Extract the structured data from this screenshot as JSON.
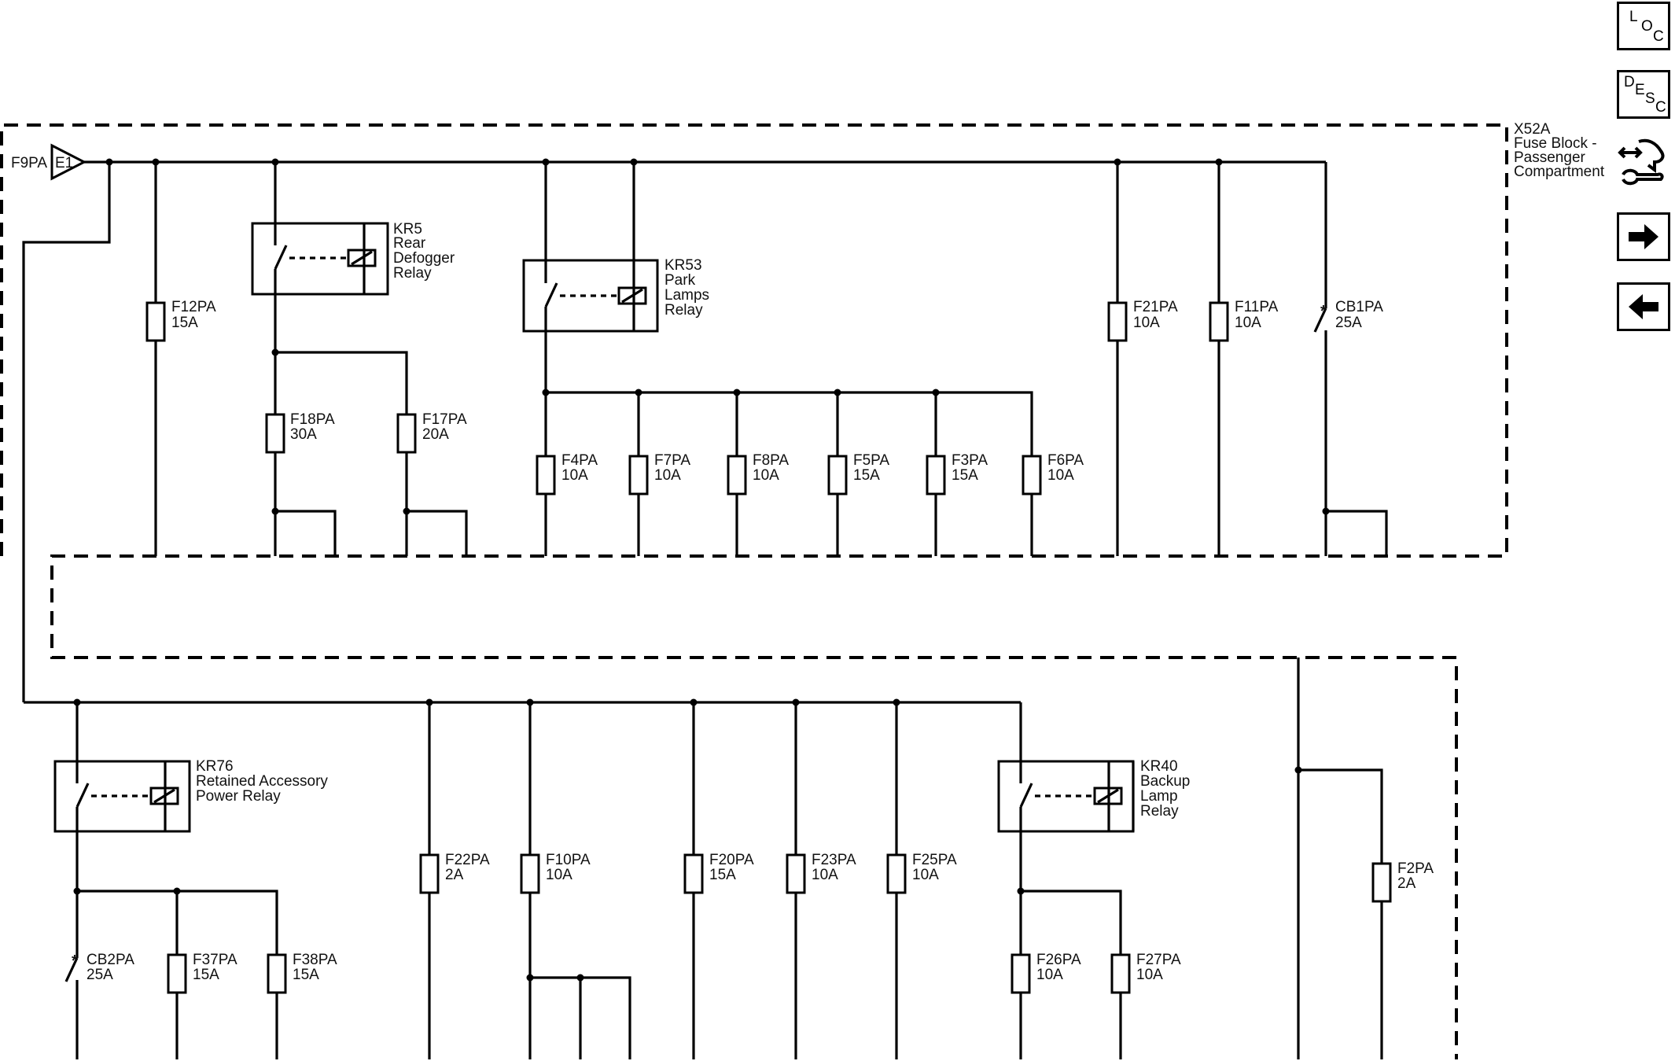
{
  "block": {
    "id": "X52A",
    "name_lines": [
      "Fuse Block -",
      "Passenger",
      "Compartment"
    ]
  },
  "feed": {
    "label": "F9PA",
    "connector": "E1"
  },
  "relays": {
    "kr5": [
      "KR5",
      "Rear",
      "Defogger",
      "Relay"
    ],
    "kr53": [
      "KR53",
      "Park",
      "Lamps",
      "Relay"
    ],
    "kr76": [
      "KR76",
      "Retained Accessory",
      "Power Relay"
    ],
    "kr40": [
      "KR40",
      "Backup",
      "Lamp",
      "Relay"
    ]
  },
  "fuses": {
    "F12PA": "15A",
    "F18PA": "30A",
    "F17PA": "20A",
    "F4PA": "10A",
    "F7PA": "10A",
    "F8PA": "10A",
    "F5PA": "15A",
    "F3PA": "15A",
    "F6PA": "10A",
    "F21PA": "10A",
    "F11PA": "10A",
    "F22PA": "2A",
    "F10PA": "10A",
    "F20PA": "15A",
    "F23PA": "10A",
    "F25PA": "10A",
    "F37PA": "15A",
    "F38PA": "15A",
    "F26PA": "10A",
    "F27PA": "10A",
    "F2PA": "2A"
  },
  "breakers": {
    "CB1PA": "25A",
    "CB2PA": "25A"
  },
  "nav": {
    "loc": [
      "L",
      "O",
      "C"
    ],
    "desc": [
      "D",
      "E",
      "S",
      "C"
    ],
    "icons": [
      "component-views-icon",
      "next-page-icon",
      "previous-page-icon"
    ]
  }
}
